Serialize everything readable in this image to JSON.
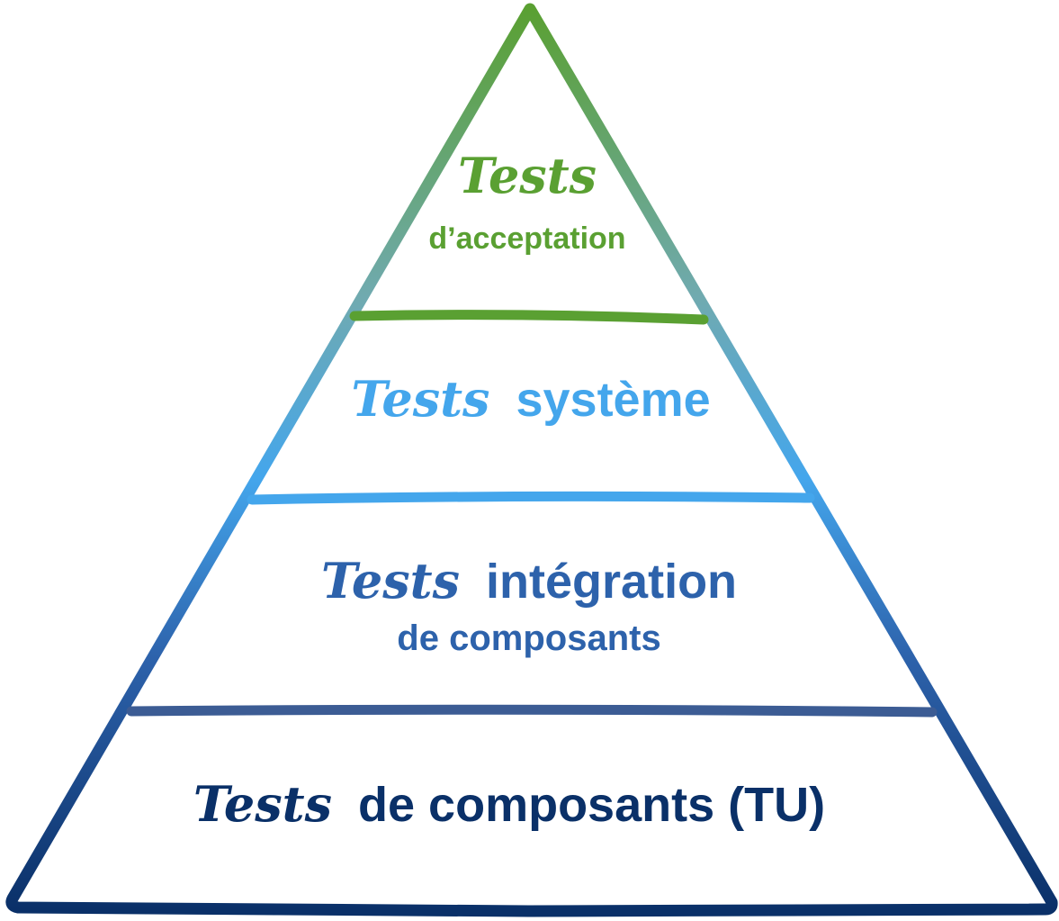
{
  "levels": [
    {
      "id": "acceptance",
      "script_word": "Tests",
      "lines": [
        "d’acceptation"
      ],
      "color": "#5aa032"
    },
    {
      "id": "system",
      "script_word": "Tests",
      "lines": [
        "système"
      ],
      "color": "#44a6ec"
    },
    {
      "id": "integration",
      "script_word": "Tests",
      "lines": [
        "intégration",
        "de composants"
      ],
      "color": "#2d62ab"
    },
    {
      "id": "unit",
      "script_word": "Tests",
      "lines": [
        "de composants (TU)"
      ],
      "color": "#0a3068"
    }
  ],
  "colors": {
    "top": "#5aa032",
    "upper_mid": "#70aab0",
    "mid": "#44a6ec",
    "lower_mid": "#2d62ab",
    "bottom": "#0a3068",
    "divider_1": "#5aa032",
    "divider_2": "#44a6ec",
    "divider_3": "#3c5c94"
  }
}
